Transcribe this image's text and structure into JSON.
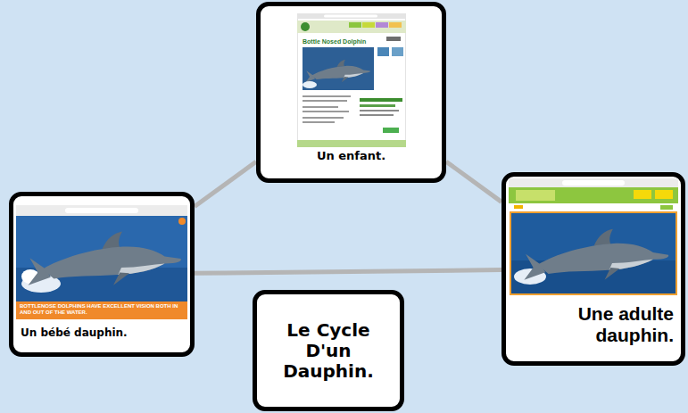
{
  "diagram": {
    "nodes": [
      {
        "text": [
          "Un enfant."
        ]
      },
      {
        "text": [
          "Un bébé dauphin."
        ]
      },
      {
        "text": [
          "Une adulte dauphin."
        ]
      },
      {
        "text": [
          "Le Cycle D'un Dauphin."
        ]
      }
    ],
    "edges": [
      {
        "from": 0,
        "to": 1,
        "arrow": "none"
      },
      {
        "from": 0,
        "to": 2,
        "arrow": "none"
      },
      {
        "from": 1,
        "to": 2,
        "arrow": "none"
      }
    ],
    "labels": [
      "Bottle Nosed Dolphin",
      "BOTTLENOSE DOLPHINS HAVE EXCELLENT VISION BOTH IN AND OUT OF THE WATER."
    ]
  }
}
